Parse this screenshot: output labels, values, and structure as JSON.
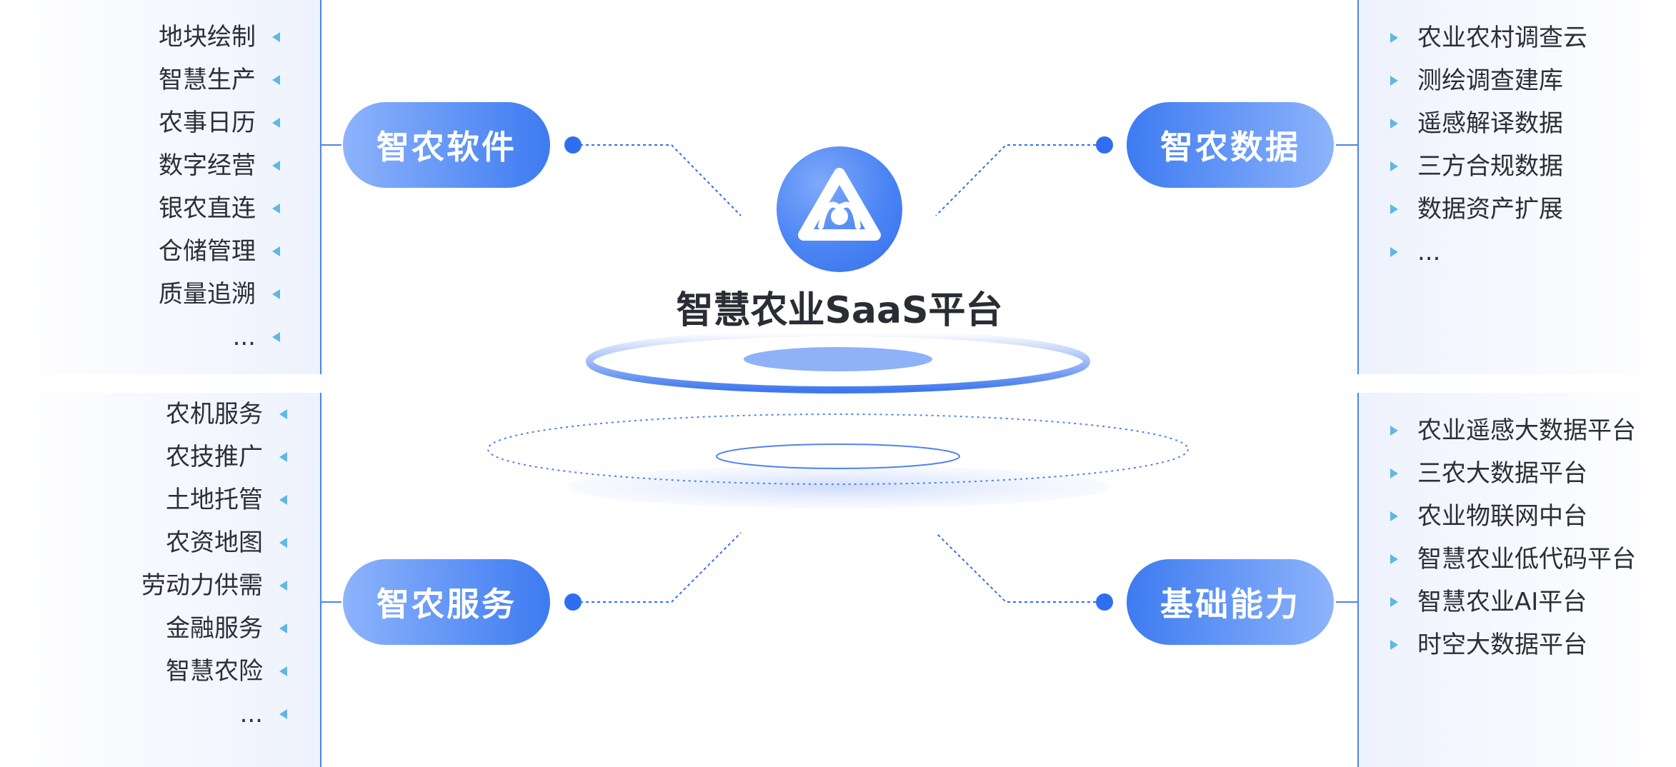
{
  "center": {
    "title": "智慧农业SaaS平台",
    "logo_icon": "triangle-shield-logo-icon",
    "accent_color": "#3d7bf1"
  },
  "modules": {
    "software": {
      "label": "智农软件",
      "items": [
        "地块绘制",
        "智慧生产",
        "农事日历",
        "数字经营",
        "银农直连",
        "仓储管理",
        "质量追溯",
        "..."
      ]
    },
    "data": {
      "label": "智农数据",
      "items": [
        "农业农村调查云",
        "测绘调查建库",
        "遥感解译数据",
        "三方合规数据",
        "数据资产扩展",
        "..."
      ]
    },
    "service": {
      "label": "智农服务",
      "items": [
        "农机服务",
        "农技推广",
        "土地托管",
        "农资地图",
        "劳动力供需",
        "金融服务",
        "智慧农险",
        "..."
      ]
    },
    "foundation": {
      "label": "基础能力",
      "items": [
        "农业遥感大数据平台",
        "三农大数据平台",
        "农业物联网中台",
        "智慧农业低代码平台",
        "智慧农业AI平台",
        "时空大数据平台"
      ]
    }
  }
}
